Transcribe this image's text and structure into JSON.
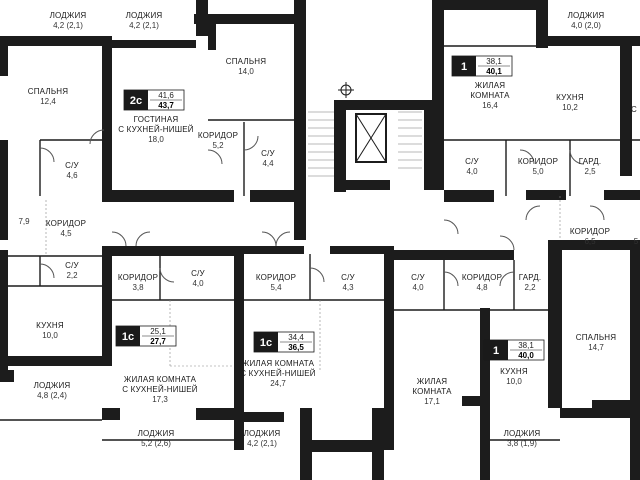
{
  "rooms": [
    {
      "name": "ЛОДЖИЯ",
      "area": "4,2 (2,1)"
    },
    {
      "name": "ЛОДЖИЯ",
      "area": "4,2 (2,1)"
    },
    {
      "name": "ЛОДЖИЯ",
      "area": "4,0 (2,0)"
    },
    {
      "name": "СПАЛЬНЯ",
      "area": "12,4"
    },
    {
      "name": "СПАЛЬНЯ",
      "area": "14,0"
    },
    {
      "name": "ГОСТИНАЯ",
      "name2": "С КУХНЕЙ-НИШЕЙ",
      "area": "18,0"
    },
    {
      "name": "КОРИДОР",
      "area": "5,2"
    },
    {
      "name": "С/У",
      "area": "4,4"
    },
    {
      "name": "С/У",
      "area": "4,6"
    },
    {
      "name": "КОРИДОР",
      "area": "4,5"
    },
    {
      "name": "С/У",
      "area": "2,2"
    },
    {
      "name": "КУХНЯ",
      "area": "10,0"
    },
    {
      "name": "ЛОДЖИЯ",
      "area": "4,8 (2,4)"
    },
    {
      "name": "ЖИЛАЯ",
      "name2": "КОМНАТА",
      "area": "16,4"
    },
    {
      "name": "КУХНЯ",
      "area": "10,2"
    },
    {
      "name": "С/У",
      "area": "4,0"
    },
    {
      "name": "КОРИДОР",
      "area": "5,0"
    },
    {
      "name": "ГАРД.",
      "area": "2,5"
    },
    {
      "name": "КОРИДОР",
      "area": "6,5"
    },
    {
      "name": "КОРИДОР",
      "area": "3,8"
    },
    {
      "name": "С/У",
      "area": "4,0"
    },
    {
      "name": "ЖИЛАЯ КОМНАТА",
      "name2": "С КУХНЕЙ-НИШЕЙ",
      "area": "17,3"
    },
    {
      "name": "КОРИДОР",
      "area": "5,4"
    },
    {
      "name": "С/У",
      "area": "4,3"
    },
    {
      "name": "ЖИЛАЯ КОМНАТА",
      "name2": "С КУХНЕЙ-НИШЕЙ",
      "area": "24,7"
    },
    {
      "name": "С/У",
      "area": "4,0"
    },
    {
      "name": "КОРИДОР",
      "area": "4,8"
    },
    {
      "name": "ГАРД.",
      "area": "2,2"
    },
    {
      "name": "ЖИЛАЯ",
      "name2": "КОМНАТА",
      "area": "17,1"
    },
    {
      "name": "КУХНЯ",
      "area": "10,0"
    },
    {
      "name": "СПАЛЬНЯ",
      "area": "14,7"
    },
    {
      "name": "ЛОДЖИЯ",
      "area": "5,2 (2,6)"
    },
    {
      "name": "ЛОДЖИЯ",
      "area": "4,2 (2,1)"
    },
    {
      "name": "ЛОДЖИЯ",
      "area": "3,8 (1,9)"
    }
  ],
  "edge_labels": [
    "7,9",
    "С",
    "5"
  ],
  "badges": [
    {
      "rooms": "2с",
      "area": "41,6",
      "total": "43,7"
    },
    {
      "rooms": "1",
      "area": "38,1",
      "total": "40,1"
    },
    {
      "rooms": "1с",
      "area": "25,1",
      "total": "27,7"
    },
    {
      "rooms": "1с",
      "area": "34,4",
      "total": "36,5"
    },
    {
      "rooms": "1",
      "area": "38,1",
      "total": "40,0"
    }
  ],
  "icons": [
    "elevator-icon",
    "compass-icon"
  ],
  "colors": {
    "wall": "#1c1c1c",
    "background": "#ffffff",
    "badge": "#1a1a1a"
  }
}
